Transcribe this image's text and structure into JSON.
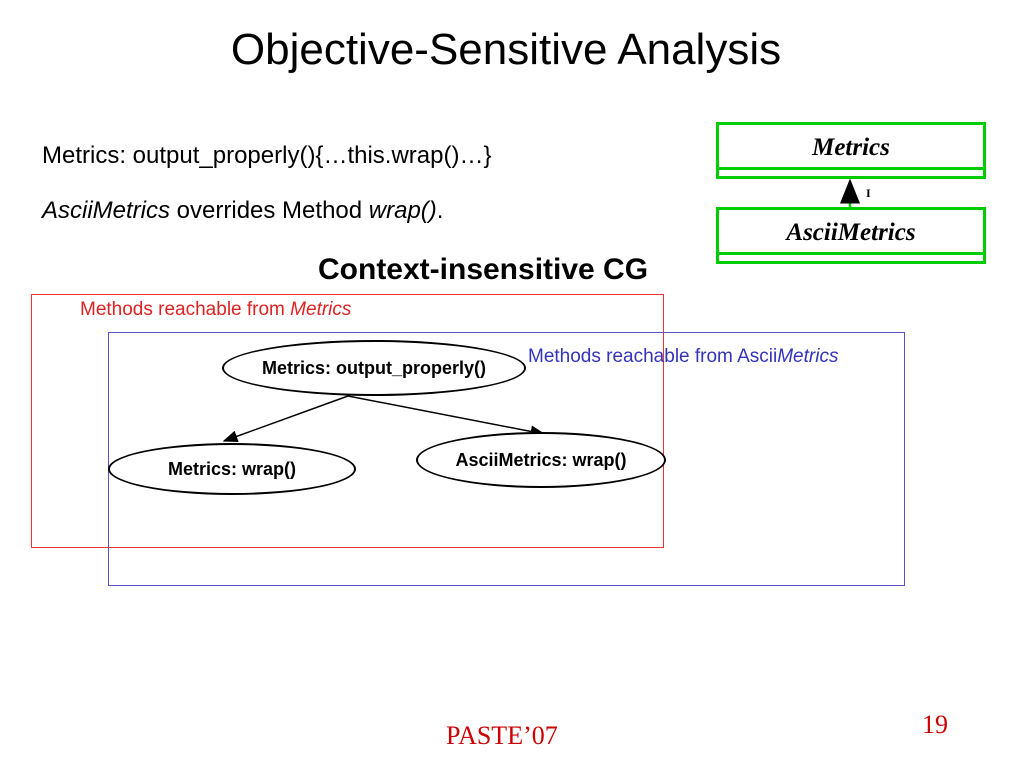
{
  "slide": {
    "title": "Objective-Sensitive Analysis",
    "line1": "Metrics: output_properly(){…this.wrap()…}",
    "line2": {
      "class_name": "AsciiMetrics",
      "middle": " overrides Method ",
      "method": "wrap()",
      "end": "."
    }
  },
  "uml": {
    "parent_class": "Metrics",
    "child_class": "AsciiMetrics",
    "relation_label": "I",
    "line_color": "#00cc00"
  },
  "call_graph": {
    "heading": "Context-insensitive CG",
    "regions": {
      "metrics": {
        "text": "Methods reachable from ",
        "emphasis": "Metrics",
        "color": "#dd2222"
      },
      "ascii": {
        "text": "Methods reachable from Ascii",
        "emphasis": "Metrics",
        "color": "#3333bb"
      }
    },
    "nodes": {
      "output": "Metrics: output_properly()",
      "wrap": "Metrics: wrap()",
      "ascii_wrap": "AsciiMetrics: wrap()"
    }
  },
  "footer": {
    "conference": "PASTE’07",
    "page": "19",
    "color": "#cc0000"
  }
}
